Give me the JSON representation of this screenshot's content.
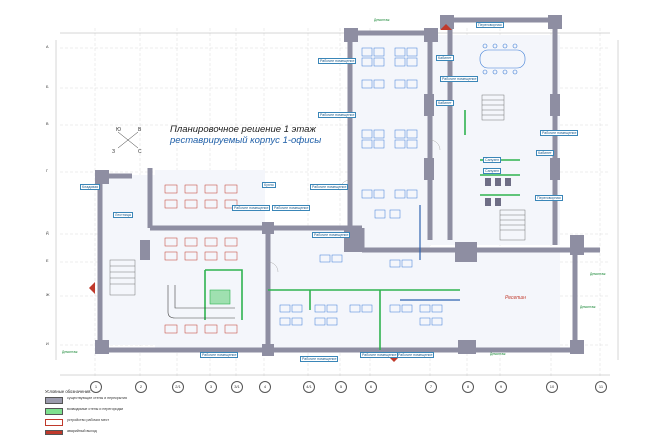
{
  "title": {
    "line1": "Планировочное решение 1 этаж",
    "line2": "реставрируемый корпус 1-офисы"
  },
  "reception": "Ресепшн",
  "axes": {
    "columns": [
      "1",
      "2",
      "2/1",
      "3",
      "3/1",
      "4",
      "4/1",
      "5",
      "6",
      "7",
      "8",
      "9",
      "10",
      "11"
    ],
    "rows": [
      "А",
      "Б",
      "В",
      "Г",
      "Д",
      "Е",
      "Ж",
      "И"
    ]
  },
  "legend": {
    "title": "Условные обозначения:",
    "items": [
      {
        "color": "#9a9aac",
        "text": "существующие стены и перекрытия"
      },
      {
        "color": "#7ee08e",
        "text": "возводимые стены и перегородки"
      },
      {
        "color": "#ffffff",
        "text": "устройство рабочих мест"
      },
      {
        "color": "#c0392b",
        "text": "аварийный выход"
      }
    ]
  },
  "labels": [
    {
      "text": "Рабочее помещение",
      "kind": "blue"
    },
    {
      "text": "Рабочее помещение",
      "kind": "blue"
    },
    {
      "text": "Переговорная",
      "kind": "blue"
    },
    {
      "text": "Рабочее помещение",
      "kind": "blue"
    },
    {
      "text": "Рабочее помещение",
      "kind": "blue"
    },
    {
      "text": "Рабочее помещение",
      "kind": "blue"
    },
    {
      "text": "Рабочее помещение",
      "kind": "blue"
    },
    {
      "text": "Рабочее помещение",
      "kind": "blue"
    },
    {
      "text": "Кухня",
      "kind": "blue"
    },
    {
      "text": "Рабочее помещение",
      "kind": "blue"
    },
    {
      "text": "Рабочее помещение",
      "kind": "blue"
    },
    {
      "text": "Рабочее помещение",
      "kind": "blue"
    },
    {
      "text": "Рабочее помещение",
      "kind": "blue"
    },
    {
      "text": "Рабочее помещение",
      "kind": "blue"
    },
    {
      "text": "Переговорная",
      "kind": "blue"
    },
    {
      "text": "Санузел",
      "kind": "blue"
    },
    {
      "text": "Санузел",
      "kind": "blue"
    },
    {
      "text": "Кладовая",
      "kind": "blue"
    },
    {
      "text": "Лестница",
      "kind": "blue"
    },
    {
      "text": "Кабинет",
      "kind": "blue"
    },
    {
      "text": "Кабинет",
      "kind": "blue"
    },
    {
      "text": "Кабинет",
      "kind": "blue"
    }
  ],
  "notes": [
    {
      "text": "Демонтаж"
    },
    {
      "text": "Демонтаж"
    },
    {
      "text": "Демонтаж"
    },
    {
      "text": "Демонтаж"
    },
    {
      "text": "Демонтаж"
    }
  ]
}
